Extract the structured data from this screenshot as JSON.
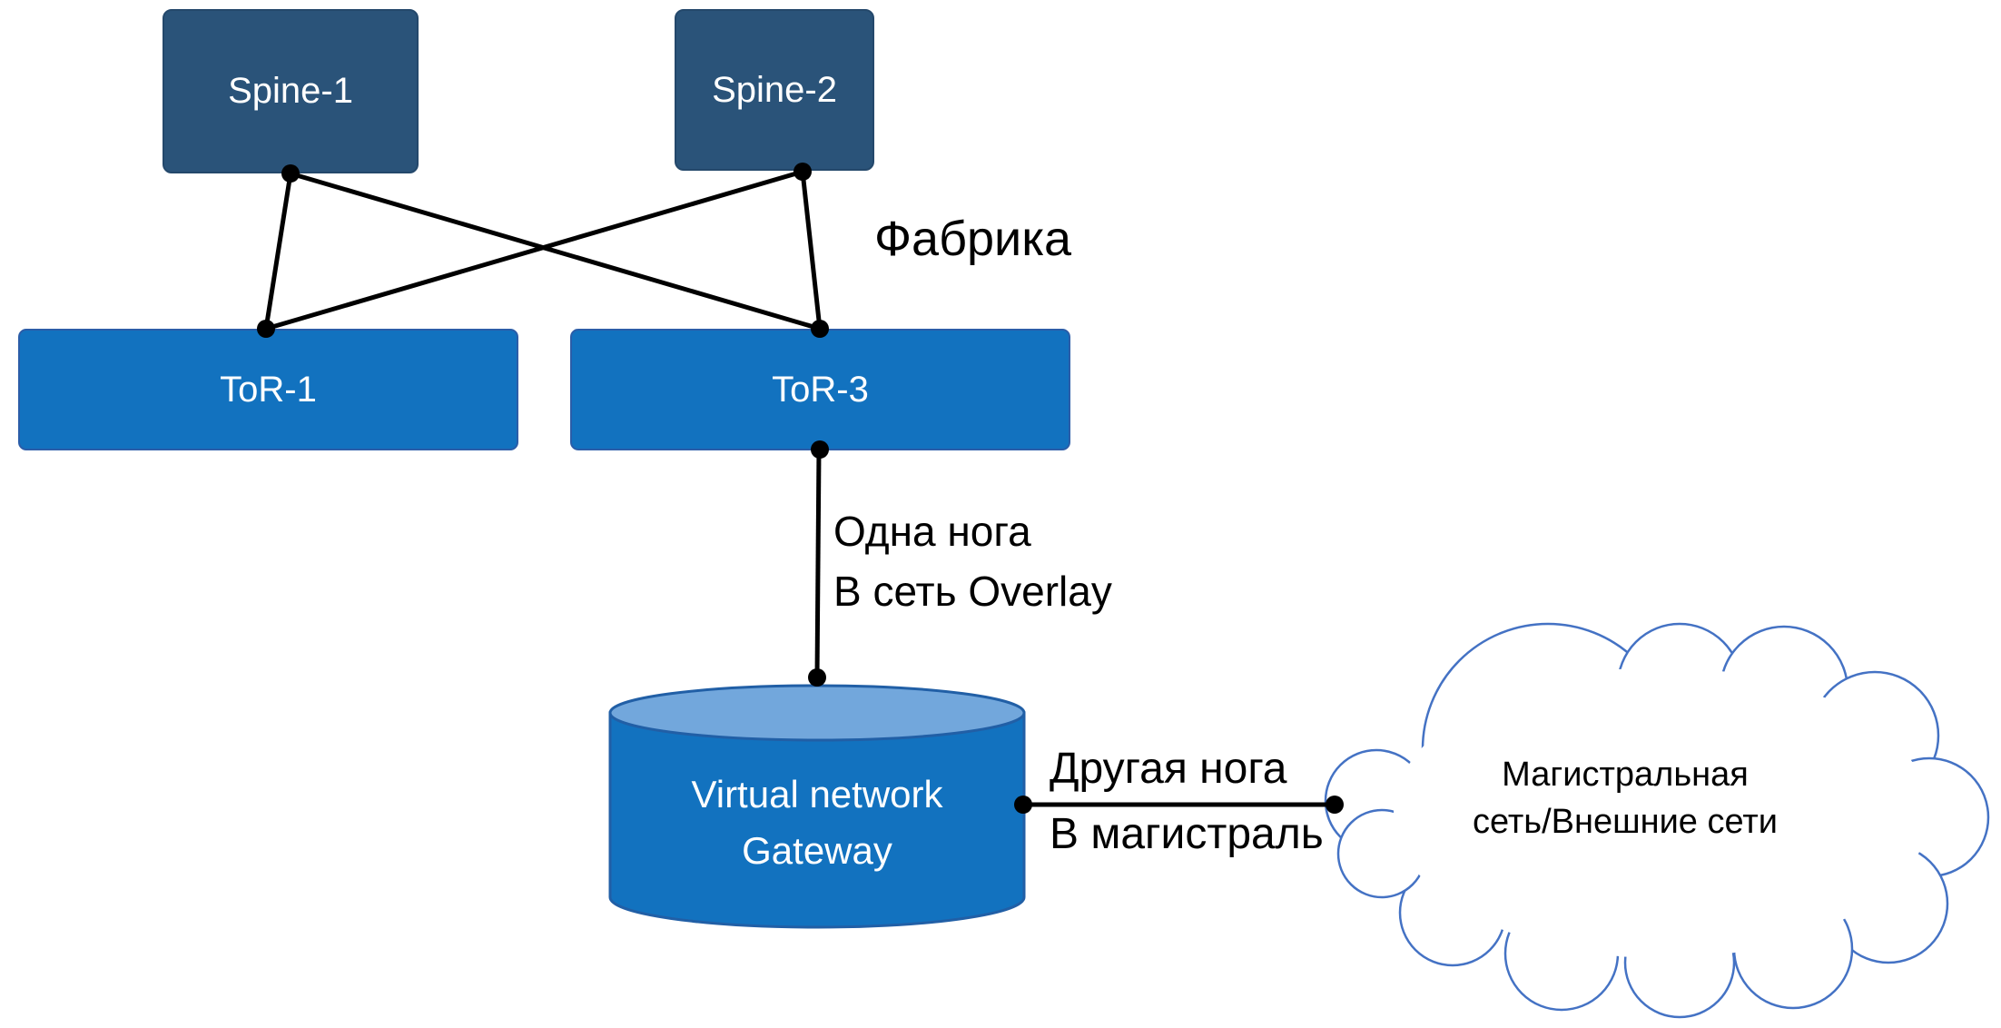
{
  "diagram": {
    "title_none": "",
    "fabric_label": "Фабрика",
    "nodes": {
      "spine1": {
        "label": "Spine-1"
      },
      "spine2": {
        "label": "Spine-2"
      },
      "tor1": {
        "label": "ToR-1"
      },
      "tor3": {
        "label": "ToR-3"
      },
      "gateway": {
        "label_line1": "Virtual network",
        "label_line2": "Gateway"
      },
      "cloud": {
        "label_line1": "Магистральная",
        "label_line2": "сеть/Внешние сети"
      }
    },
    "annotations": {
      "overlay_leg": {
        "line1": "Одна нога",
        "line2": "В сеть Overlay"
      },
      "backbone_leg": {
        "line1": "Другая нога",
        "line2": "В магистраль"
      }
    },
    "colors": {
      "spine_fill": "#2A5379",
      "spine_border": "#24486B",
      "tor_fill": "#1272BF",
      "tor_border": "#2B5DA8",
      "cylinder_body": "#1272BF",
      "cylinder_top": "#72A7DC",
      "cylinder_border": "#215FA6",
      "cloud_stroke": "#4472C4",
      "cloud_fill": "#ffffff",
      "connector_line": "#000000",
      "annotation_text": "#000000",
      "node_text": "#ffffff",
      "background": "#ffffff"
    }
  }
}
